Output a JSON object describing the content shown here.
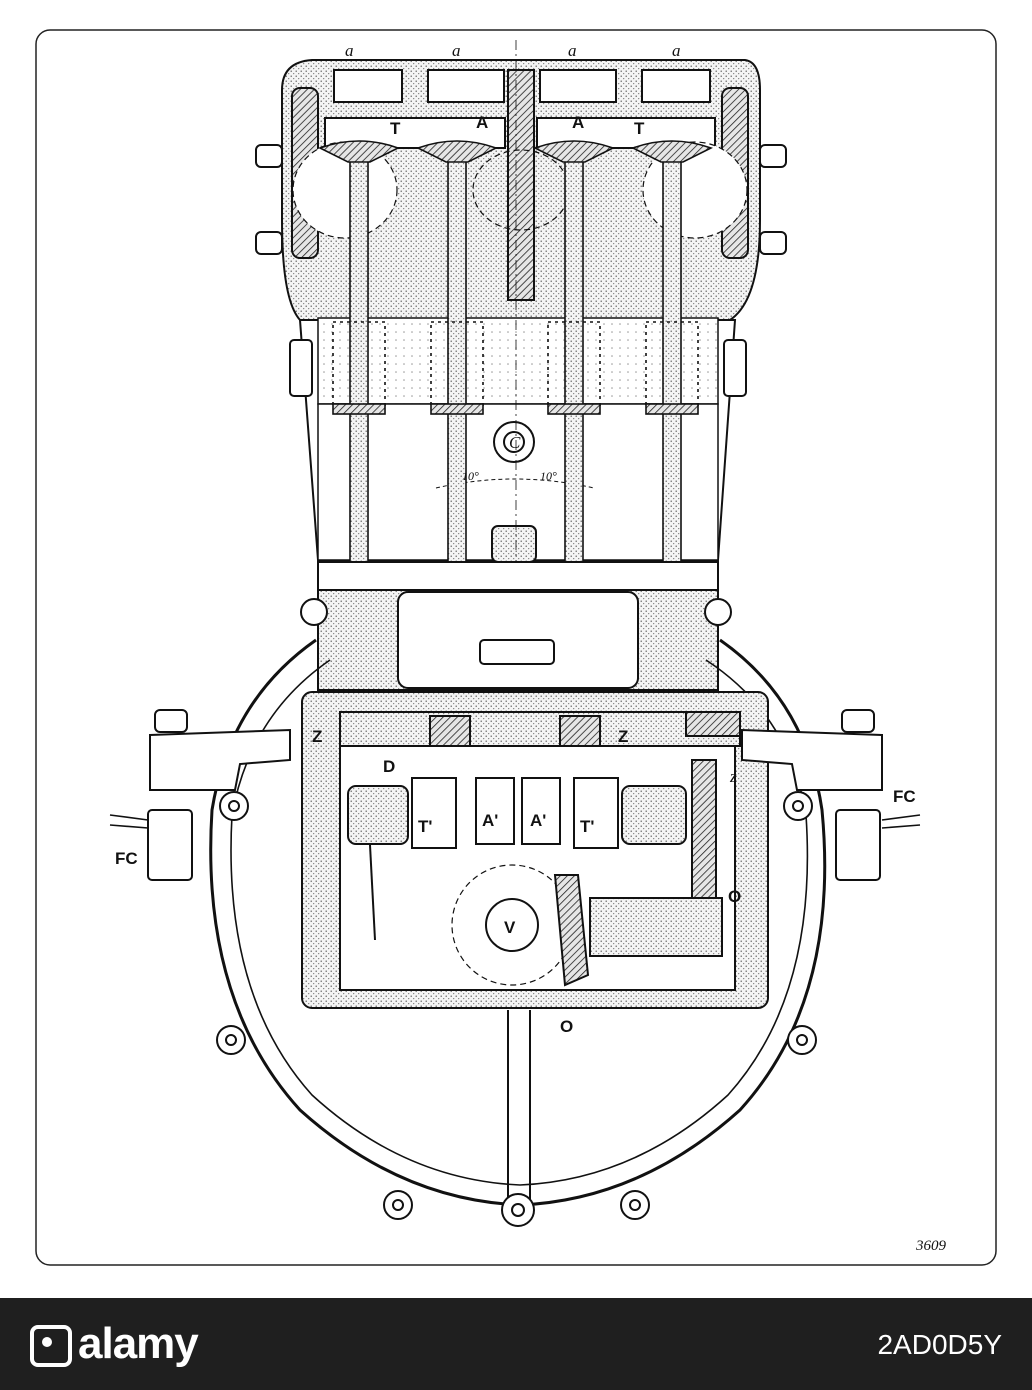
{
  "plate": {
    "number": "3609",
    "labels": {
      "a1": "a",
      "a2": "a",
      "a3": "a",
      "a4": "a",
      "T_left": "T",
      "A_left": "A",
      "A_right": "A",
      "T_right": "T",
      "C": "C",
      "angle_left": "10°",
      "angle_right": "10°",
      "Z_left": "Z",
      "Z_right": "Z",
      "z_small": "z",
      "D": "D",
      "Tp_left": "T'",
      "Ap_left": "A'",
      "Ap_right": "A'",
      "Tp_right": "T'",
      "FC_left": "FC",
      "FC_right": "FC",
      "V": "V",
      "O_right": "O",
      "O_bottom": "O"
    }
  },
  "footer": {
    "brand": "alamy",
    "image_id": "2AD0D5Y"
  }
}
